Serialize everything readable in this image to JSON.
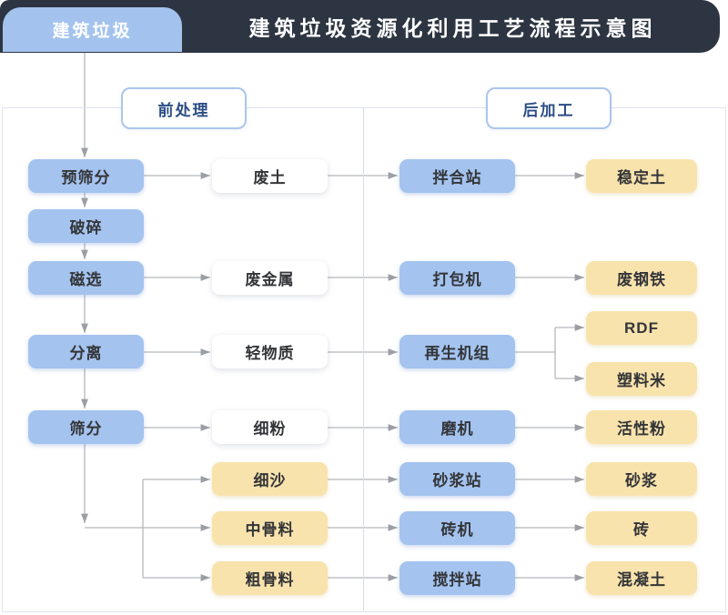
{
  "header": {
    "tab": "建筑垃圾",
    "title": "建筑垃圾资源化利用工艺流程示意图"
  },
  "sections": {
    "pre": "前处理",
    "post": "后加工"
  },
  "nodes": {
    "pre_screening": "预筛分",
    "crushing": "破碎",
    "magnetic_separation": "磁选",
    "separation": "分离",
    "screening": "筛分",
    "waste_soil": "废土",
    "waste_metal": "废金属",
    "light_material": "轻物质",
    "fine_powder": "细粉",
    "fine_sand": "细沙",
    "medium_aggregate": "中骨料",
    "coarse_aggregate": "粗骨料",
    "mixing_plant": "拌合站",
    "baler": "打包机",
    "regeneration_unit": "再生机组",
    "mill": "磨机",
    "mortar_plant": "砂浆站",
    "brick_machine": "砖机",
    "stirring_plant": "搅拌站",
    "stabilized_soil": "稳定土",
    "scrap_steel": "废钢铁",
    "rdf": "RDF",
    "plastic_pellets": "塑料米",
    "active_powder": "活性粉",
    "mortar": "砂浆",
    "brick": "砖",
    "concrete": "混凝土"
  },
  "colors": {
    "header_bg": "#2d3542",
    "process_blue": "#a4c3ef",
    "product_yellow": "#f9e3ad",
    "material_white": "#ffffff",
    "section_text": "#2b4d87",
    "arrow_gray": "#b4b6ba"
  }
}
